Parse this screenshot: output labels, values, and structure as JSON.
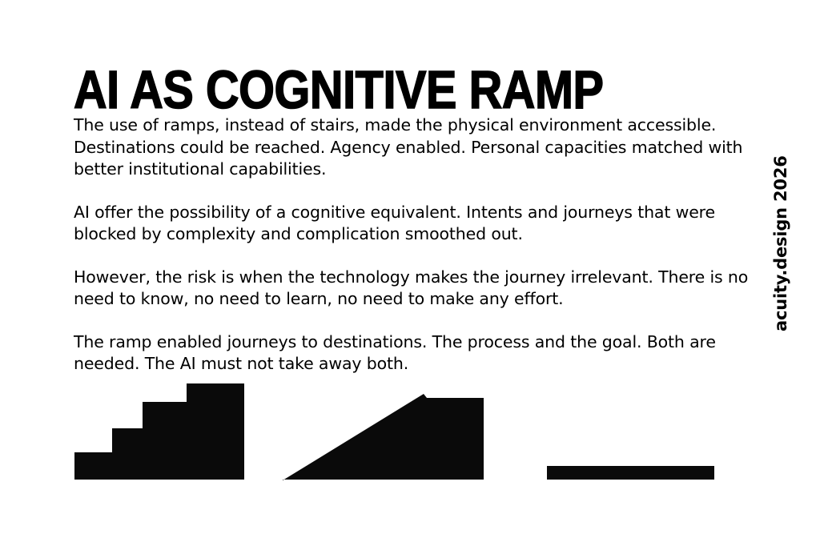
{
  "slide": {
    "background_color": "#ffffff",
    "ink_color": "#000000",
    "title": "AI AS COGNITIVE RAMP",
    "credit": "acuity.design 2026",
    "paragraphs": [
      "The use of ramps, instead of stairs, made the physical environment accessible. Destinations could be reached. Agency enabled. Personal capacities matched with better institutional capabilities.",
      "AI offer the possibility of a cognitive equivalent. Intents and journeys that were blocked by complexity and complication smoothed out.",
      "However, the risk is when the technology makes the journey irrelevant. There is no need to know, no need to learn, no need to make any effort.",
      "The ramp enabled journeys to destinations. The process and the goal. Both are needed. The AI must not take away both."
    ],
    "figures": [
      {
        "name": "stairs-diagram",
        "label": "stairs",
        "description": "Four ascending black steps rising left to right",
        "steps": 4,
        "color": "#0a0a0a"
      },
      {
        "name": "ramp-diagram",
        "label": "ramp",
        "description": "Black wedge rising from a point at left to a flat plateau at right",
        "color": "#0a0a0a"
      },
      {
        "name": "flat-bar-diagram",
        "label": "flat",
        "description": "Low flat black bar with no rise",
        "color": "#0a0a0a"
      }
    ]
  }
}
